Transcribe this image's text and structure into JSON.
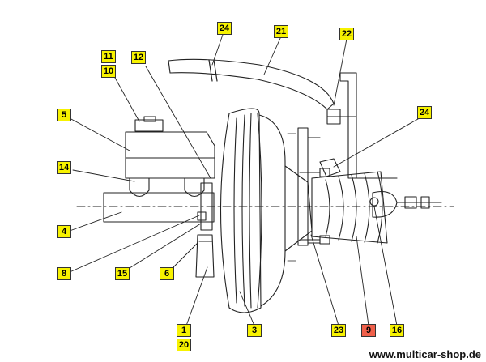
{
  "watermark": "www.multicar-shop.de",
  "callouts": {
    "c24_top": "24",
    "c21": "21",
    "c22": "22",
    "c11": "11",
    "c10": "10",
    "c12": "12",
    "c5": "5",
    "c24_right": "24",
    "c14": "14",
    "c4": "4",
    "c8": "8",
    "c15": "15",
    "c6": "6",
    "c1": "1",
    "c20": "20",
    "c3": "3",
    "c23": "23",
    "c9": "9",
    "c16": "16"
  },
  "colors": {
    "callout_fill": "#f7f200",
    "callout_highlight": "#f0604a",
    "line": "#222222"
  }
}
